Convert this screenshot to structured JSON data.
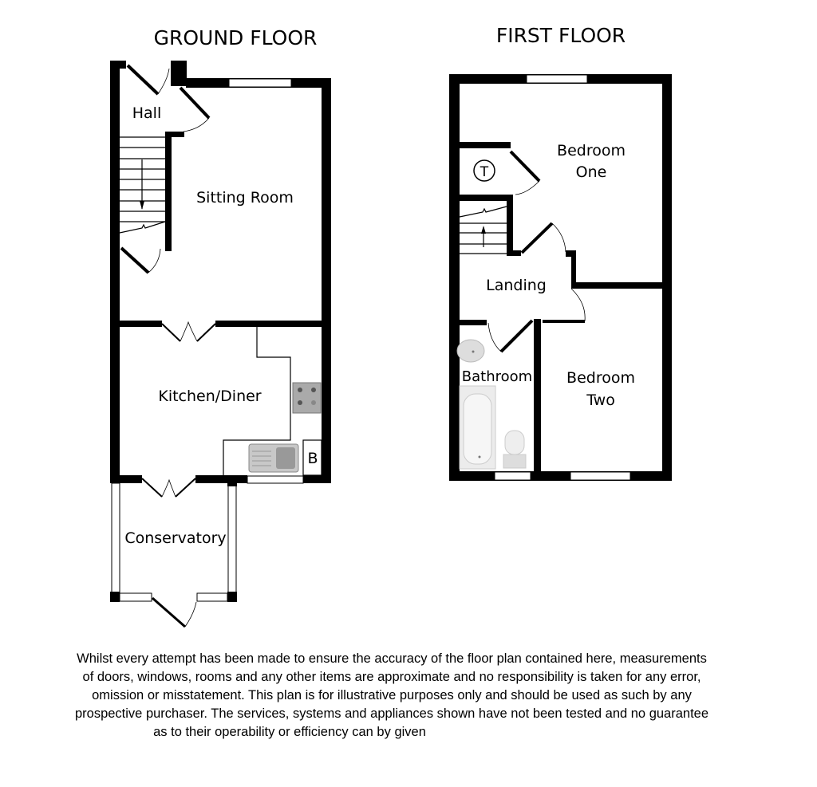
{
  "titles": {
    "ground": "GROUND FLOOR",
    "first": "FIRST FLOOR"
  },
  "ground_floor": {
    "rooms": [
      "Hall",
      "Sitting Room",
      "Kitchen/Diner",
      "Conservatory"
    ],
    "boiler_label": "B"
  },
  "first_floor": {
    "rooms": [
      "Bedroom",
      "One",
      "Landing",
      "Bathroom",
      "Bedroom",
      "Two"
    ],
    "tank_label": "T"
  },
  "disclaimer": [
    "Whilst every attempt has been made to ensure the accuracy of the floor plan contained here, measurements",
    "of doors, windows, rooms and any other items are approximate and no responsibility is taken for any error,",
    "omission or misstatement. This plan is for illustrative purposes only and should be used as such by any",
    "prospective purchaser. The services, systems and appliances shown have not been tested and no guarantee",
    "as to their operability or efficiency can by given"
  ]
}
